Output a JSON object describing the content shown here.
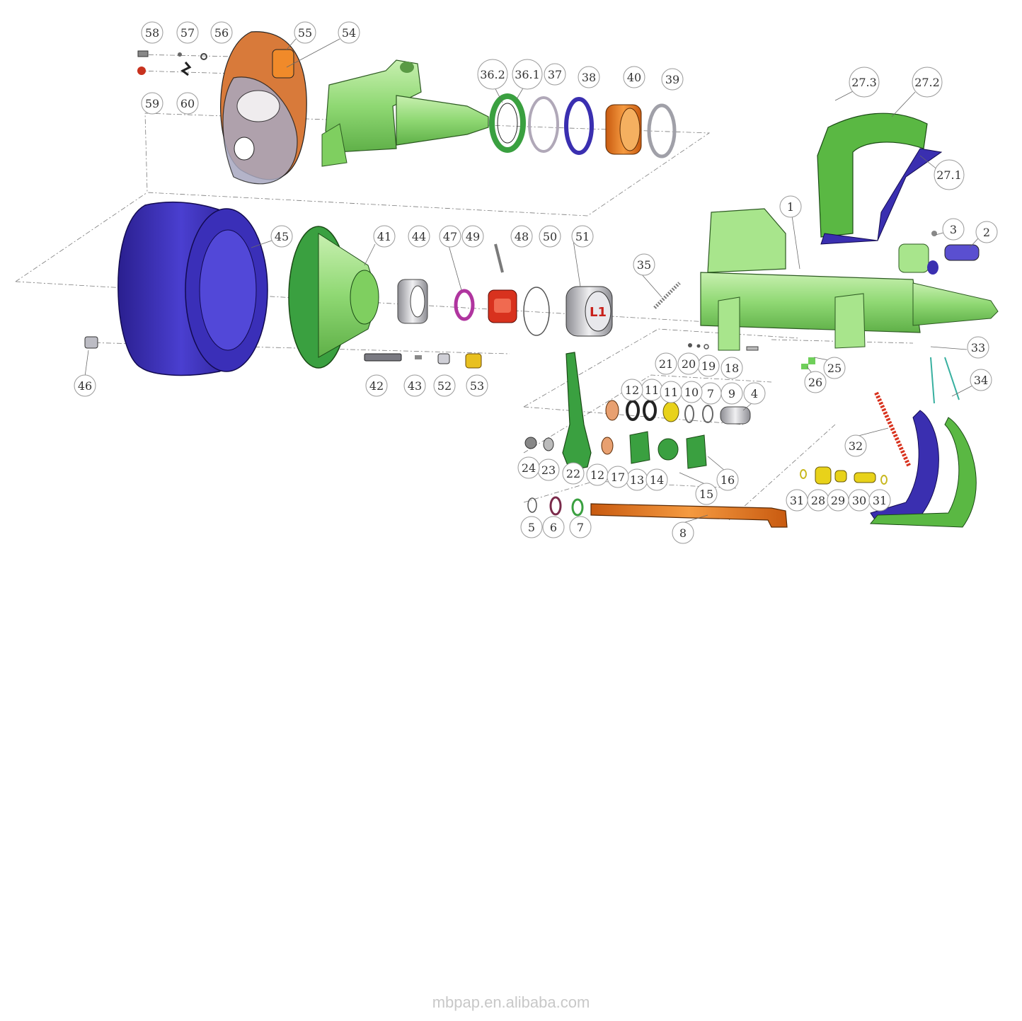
{
  "colors": {
    "green": "#6fcf5a",
    "light_green": "#a8e58c",
    "blue": "#3a2fb0",
    "dark_blue": "#2a1f8f",
    "orange": "#e5741a",
    "silver": "#c8c8cc",
    "red": "#d8321e",
    "yellow": "#e8d21a",
    "magenta": "#b0359f",
    "cyan": "#38b0a0"
  },
  "parts": [
    "1",
    "2",
    "3",
    "4",
    "5",
    "6",
    "7",
    "7",
    "8",
    "9",
    "10",
    "11",
    "11",
    "12",
    "12",
    "13",
    "14",
    "15",
    "16",
    "17",
    "18",
    "19",
    "20",
    "21",
    "22",
    "23",
    "24",
    "25",
    "26",
    "27.1",
    "27.2",
    "27.3",
    "28",
    "29",
    "30",
    "31",
    "31",
    "32",
    "33",
    "34",
    "35",
    "36.1",
    "36.2",
    "37",
    "38",
    "39",
    "40",
    "41",
    "42",
    "43",
    "44",
    "45",
    "46",
    "47",
    "48",
    "49",
    "50",
    "51",
    "52",
    "53",
    "54",
    "55",
    "56",
    "57",
    "58",
    "59",
    "60"
  ],
  "cap_logo": "L1",
  "watermark": "mbpap.en.alibaba.com"
}
